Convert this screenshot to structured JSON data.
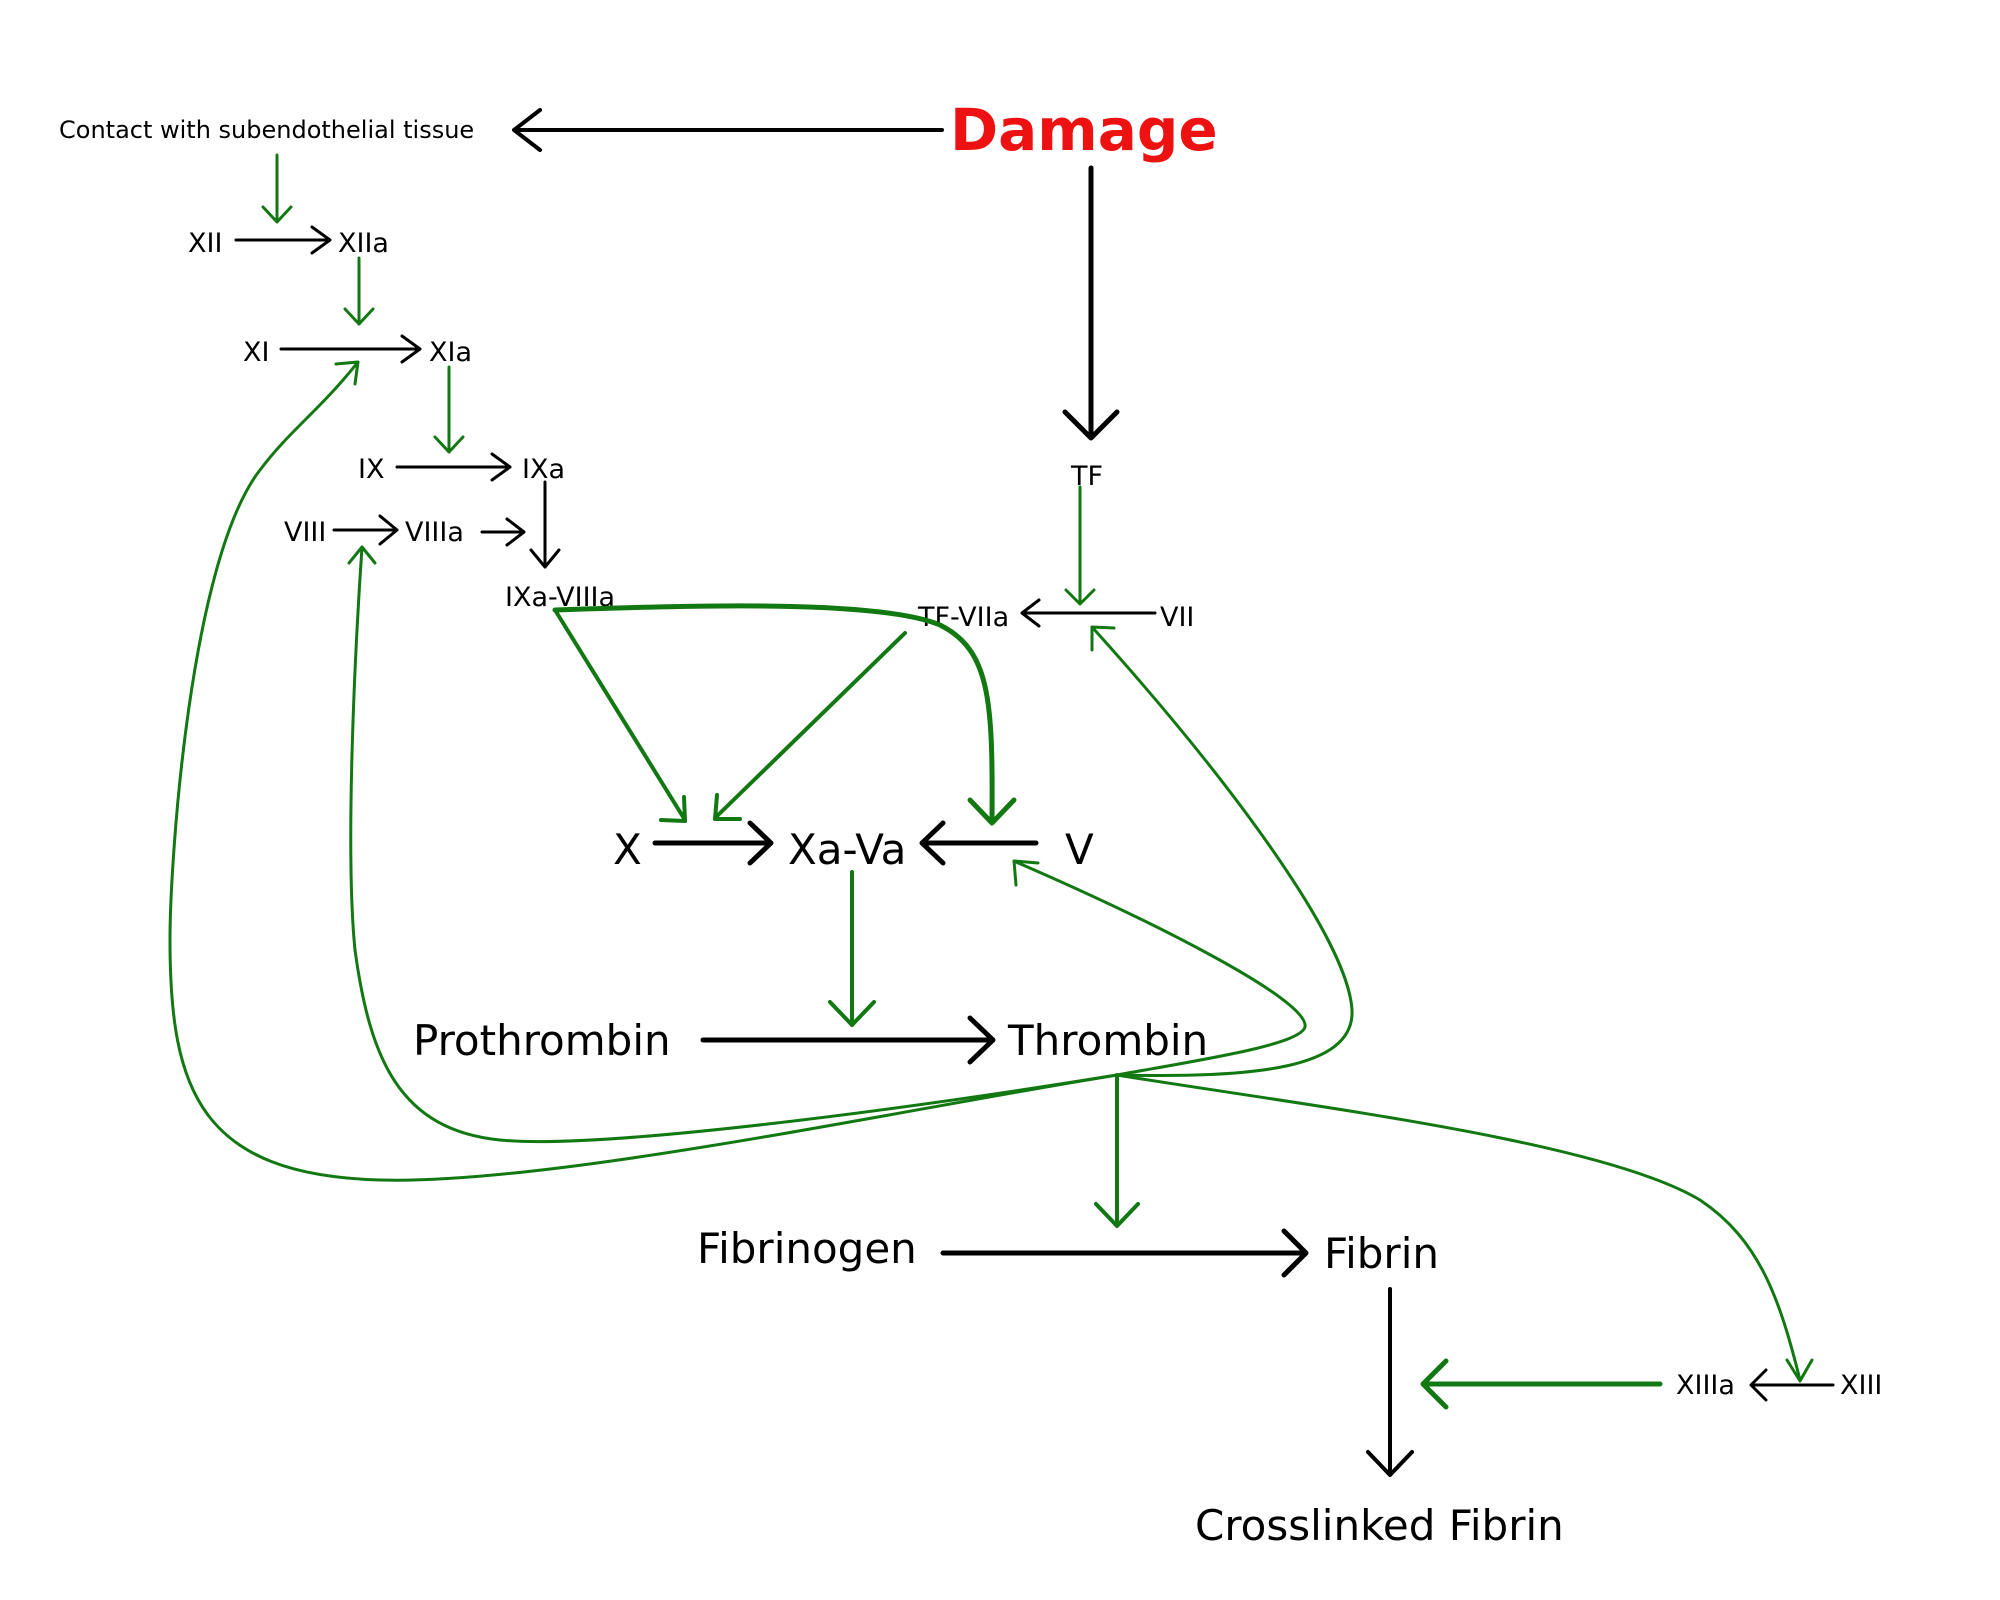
{
  "diagram": {
    "title": "Coagulation cascade",
    "colors": {
      "trigger": "#ee1111",
      "activation": "#127812",
      "conversion": "#000000"
    },
    "nodes": {
      "damage": "Damage",
      "contact": "Contact with subendothelial tissue",
      "xii": "XII",
      "xiia": "XIIa",
      "xi": "XI",
      "xia": "XIa",
      "ix": "IX",
      "ixa": "IXa",
      "viii": "VIII",
      "viiia": "VIIIa",
      "ixa_viiia": "IXa-VIIIa",
      "tf": "TF",
      "tf_viia": "TF-VIIa",
      "vii": "VII",
      "x": "X",
      "xa_va": "Xa-Va",
      "v": "V",
      "prothrombin": "Prothrombin",
      "thrombin": "Thrombin",
      "fibrinogen": "Fibrinogen",
      "fibrin": "Fibrin",
      "crosslinked_fibrin": "Crosslinked Fibrin",
      "xiiia": "XIIIa",
      "xiii": "XIII"
    },
    "edges": [
      {
        "from": "Damage",
        "to": "Contact with subendothelial tissue",
        "type": "conversion"
      },
      {
        "from": "Damage",
        "to": "TF",
        "type": "conversion"
      },
      {
        "from": "Contact with subendothelial tissue",
        "to": "XII→XIIa",
        "type": "activation"
      },
      {
        "from": "XII",
        "to": "XIIa",
        "type": "conversion"
      },
      {
        "from": "XIIa",
        "to": "XI→XIa",
        "type": "activation"
      },
      {
        "from": "XI",
        "to": "XIa",
        "type": "conversion"
      },
      {
        "from": "XIa",
        "to": "IX→IXa",
        "type": "activation"
      },
      {
        "from": "IX",
        "to": "IXa",
        "type": "conversion"
      },
      {
        "from": "VIII",
        "to": "VIIIa",
        "type": "conversion"
      },
      {
        "from": "VIIIa",
        "to": "IXa-VIIIa",
        "type": "conversion"
      },
      {
        "from": "IXa",
        "to": "IXa-VIIIa",
        "type": "conversion"
      },
      {
        "from": "TF",
        "to": "VII→TF-VIIa",
        "type": "activation"
      },
      {
        "from": "VII",
        "to": "TF-VIIa",
        "type": "conversion"
      },
      {
        "from": "IXa-VIIIa",
        "to": "X→Xa-Va",
        "type": "activation"
      },
      {
        "from": "TF-VIIa",
        "to": "X→Xa-Va",
        "type": "activation"
      },
      {
        "from": "IXa-VIIIa",
        "to": "V→Xa-Va",
        "type": "activation"
      },
      {
        "from": "X",
        "to": "Xa-Va",
        "type": "conversion"
      },
      {
        "from": "V",
        "to": "Xa-Va",
        "type": "conversion"
      },
      {
        "from": "Xa-Va",
        "to": "Prothrombin→Thrombin",
        "type": "activation"
      },
      {
        "from": "Prothrombin",
        "to": "Thrombin",
        "type": "conversion"
      },
      {
        "from": "Thrombin",
        "to": "XI→XIa",
        "type": "activation"
      },
      {
        "from": "Thrombin",
        "to": "VIII→VIIIa",
        "type": "activation"
      },
      {
        "from": "Thrombin",
        "to": "V→Xa-Va",
        "type": "activation"
      },
      {
        "from": "Thrombin",
        "to": "VII→TF-VIIa",
        "type": "activation"
      },
      {
        "from": "Thrombin",
        "to": "Fibrinogen→Fibrin",
        "type": "activation"
      },
      {
        "from": "Thrombin",
        "to": "XIII→XIIIa",
        "type": "activation"
      },
      {
        "from": "Fibrinogen",
        "to": "Fibrin",
        "type": "conversion"
      },
      {
        "from": "Fibrin",
        "to": "Crosslinked Fibrin",
        "type": "conversion"
      },
      {
        "from": "XIII",
        "to": "XIIIa",
        "type": "conversion"
      },
      {
        "from": "XIIIa",
        "to": "Fibrin→Crosslinked Fibrin",
        "type": "activation"
      }
    ]
  }
}
